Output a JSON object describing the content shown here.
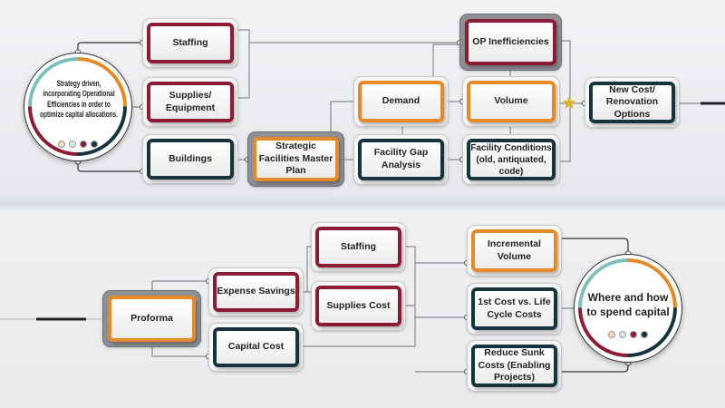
{
  "top": {
    "circle_text": "Strategy driven, incorporating Operational Efficiencies in order to optimize capital allocations.",
    "boxes": {
      "staffing": "Staffing",
      "supplies": "Supplies/ Equipment",
      "buildings": "Buildings",
      "sfmp": "Strategic Facilities Master Plan",
      "demand": "Demand",
      "gap": "Facility Gap Analysis",
      "op": "OP Inefficiencies",
      "volume": "Volume",
      "conditions": "Facility Conditions (old, antiquated, code)",
      "newcost": "New Cost/ Renovation Options"
    }
  },
  "bottom": {
    "circle_text": "Where and how to spend capital",
    "boxes": {
      "proforma": "Proforma",
      "expense": "Expense Savings",
      "capital": "Capital Cost",
      "staffing": "Staffing",
      "supplies": "Supplies Cost",
      "incremental": "Incremental Volume",
      "lifecycle": "1st Cost vs. Life Cycle Costs",
      "sunk": "Reduce Sunk Costs (Enabling Projects)"
    }
  },
  "colors": {
    "red": "#8c1c35",
    "orange": "#e68a27",
    "dark": "#17343d",
    "teal": "#7bbfbf",
    "star": "#e2b320"
  }
}
